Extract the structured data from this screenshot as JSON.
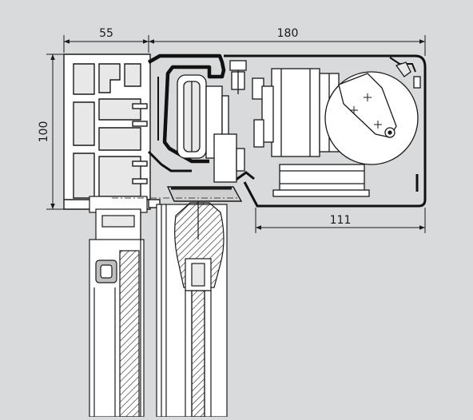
{
  "dimensions": {
    "frame_width": "55",
    "head_width": "180",
    "height": "100",
    "box_width": "111"
  },
  "colors": {
    "background": "#d9dadb",
    "line": "#1a1a1a",
    "profile_fill": "#ffffff",
    "shade": "#bfc0c1"
  }
}
